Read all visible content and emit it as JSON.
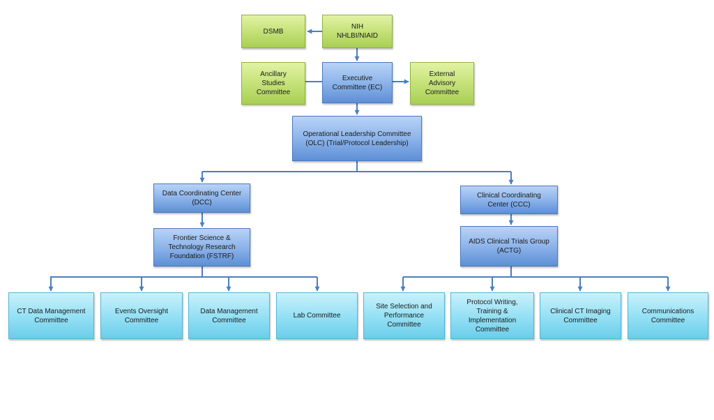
{
  "nodes": {
    "dsmb": "DSMB",
    "nih": "NIH\nNHLBI/NIAID",
    "ancillary": "Ancillary\nStudies\nCommittee",
    "executive": "Executive\nCommittee (EC)",
    "external": "External\nAdvisory\nCommittee",
    "olc": "Operational Leadership Committee\n(OLC) (Trial/Protocol Leadership)",
    "dcc": "Data Coordinating Center\n(DCC)",
    "fstrf": "Frontier Science &\nTechnology Research\nFoundation (FSTRF)",
    "ccc": "Clinical Coordinating\nCenter (CCC)",
    "actg": "AIDS Clinical Trials Group\n(ACTG)",
    "ct_data_mgmt": "CT Data Management\nCommittee",
    "events_oversight": "Events Oversight\nCommittee",
    "data_mgmt": "Data Management\nCommittee",
    "lab": "Lab Committee",
    "site_selection": "Site Selection and\nPerformance\nCommittee",
    "protocol_writing": "Protocol Writing,\nTraining &\nImplementation\nCommittee",
    "clinical_ct_imaging": "Clinical CT Imaging\nCommittee",
    "communications": "Communications\nCommittee"
  },
  "colors": {
    "green": "#b6d765",
    "blue": "#7ea8e4",
    "cyan": "#8adcf2",
    "connector": "#4a7ec0"
  }
}
